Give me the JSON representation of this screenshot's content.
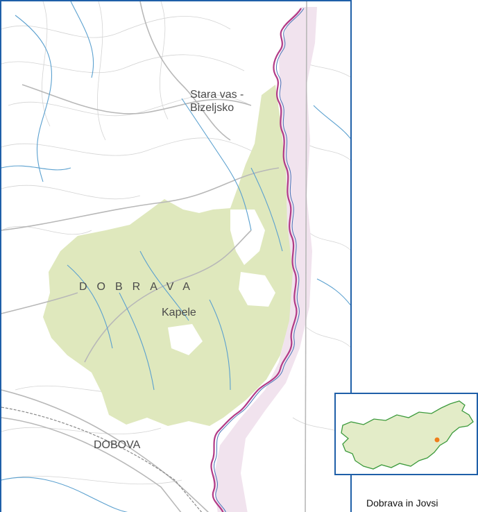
{
  "map": {
    "places": {
      "stara_vas": "Stara vas -\nBizeljsko",
      "dobrava": "DOBRAVA",
      "kapele": "Kapele",
      "dobova": "DOBOVA"
    },
    "colors": {
      "frame": "#1f5fa8",
      "forest": "#dfe8bd",
      "river_band": "#f1e3ee",
      "border_line": "#b23a86",
      "river": "#5aa0cf",
      "road": "#b5b5b5",
      "contour": "#cfcfcf"
    }
  },
  "inset": {
    "caption": "Dobrava in Jovsi",
    "colors": {
      "country_fill": "#e3ecc8",
      "country_outline": "#3c9a3c",
      "marker": "#ef7d1a"
    }
  }
}
